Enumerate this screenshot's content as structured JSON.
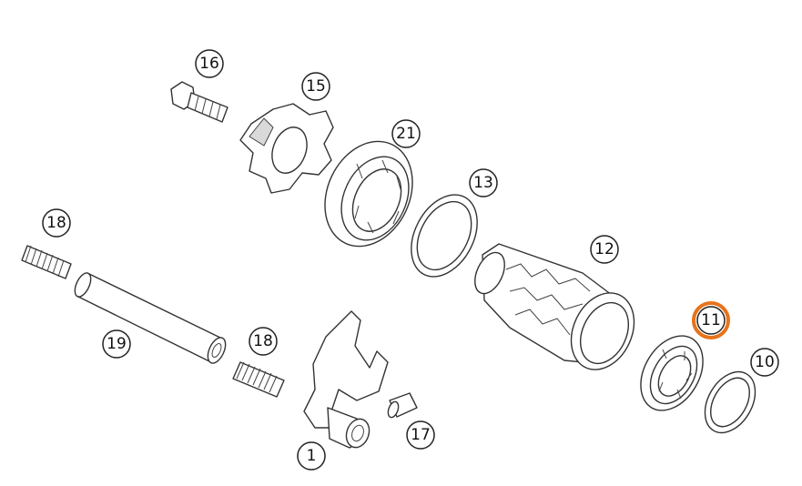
{
  "highlight_color": "#e8731a",
  "highlighted_part": "11",
  "callouts": {
    "p1": "1",
    "p10": "10",
    "p11": "11",
    "p12": "12",
    "p13": "13",
    "p15": "15",
    "p16": "16",
    "p17": "17",
    "p18a": "18",
    "p18b": "18",
    "p19": "19",
    "p21": "21"
  }
}
